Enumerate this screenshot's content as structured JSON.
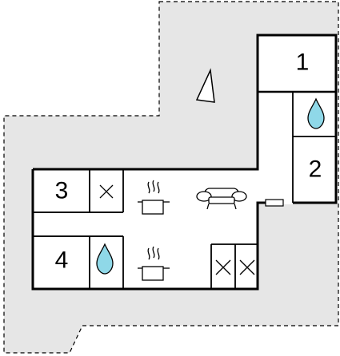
{
  "floor_plan": {
    "rooms": [
      {
        "id": "bedroom-1",
        "label": "1"
      },
      {
        "id": "bedroom-2",
        "label": "2"
      },
      {
        "id": "bedroom-3",
        "label": "3"
      },
      {
        "id": "bedroom-4",
        "label": "4"
      }
    ],
    "icons": [
      {
        "name": "bathroom-drop-icon",
        "count": 2
      },
      {
        "name": "toilet-cross-icon",
        "count": 3
      },
      {
        "name": "kitchen-pot-icon",
        "count": 2
      },
      {
        "name": "living-sofa-icon",
        "count": 1
      },
      {
        "name": "north-arrow-icon",
        "count": 1
      },
      {
        "name": "entrance-door-icon",
        "count": 1
      }
    ],
    "colors": {
      "terrace_fill": "#e6e6e6",
      "wall": "#000000",
      "floor": "#ffffff",
      "water_drop": "#8fd8e8"
    }
  }
}
